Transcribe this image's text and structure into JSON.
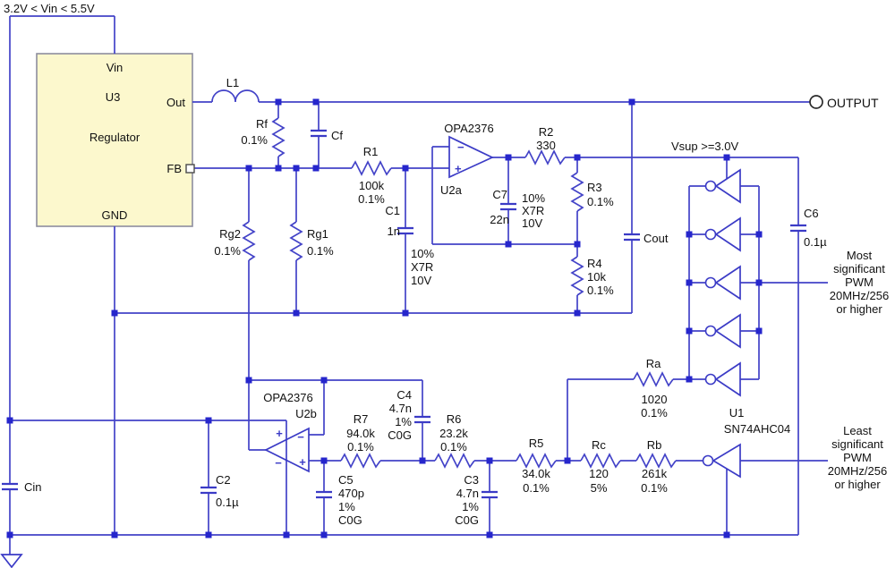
{
  "input_label": "3.2V < Vin < 5.5V",
  "output_label": "OUTPUT",
  "vsup_label": "Vsup >=3.0V",
  "regulator": {
    "ref": "U3",
    "name": "Regulator",
    "pin_vin": "Vin",
    "pin_out": "Out",
    "pin_fb": "FB",
    "pin_gnd": "GND"
  },
  "opamp_a": {
    "part": "OPA2376",
    "ref": "U2a",
    "minus": "−",
    "plus": "+"
  },
  "opamp_b": {
    "part": "OPA2376",
    "ref": "U2b",
    "minus": "−",
    "plus": "+",
    "vplus": "+",
    "vminus": "−"
  },
  "inverter": {
    "ref": "U1",
    "part": "SN74AHC04"
  },
  "msb": {
    "l1": "Most",
    "l2": "significant",
    "l3": "PWM",
    "l4": "20MHz/256",
    "l5": "or higher"
  },
  "lsb": {
    "l1": "Least",
    "l2": "significant",
    "l3": "PWM",
    "l4": "20MHz/256",
    "l5": "or higher"
  },
  "components": {
    "L1": {
      "ref": "L1"
    },
    "Rf": {
      "ref": "Rf",
      "tol": "0.1%"
    },
    "Cf": {
      "ref": "Cf"
    },
    "Rg2": {
      "ref": "Rg2",
      "tol": "0.1%"
    },
    "Rg1": {
      "ref": "Rg1",
      "tol": "0.1%"
    },
    "R1": {
      "ref": "R1",
      "value": "100k",
      "tol": "0.1%"
    },
    "C1": {
      "ref": "C1",
      "value": "1n",
      "tol": "10%",
      "type": "X7R",
      "rating": "10V"
    },
    "C7": {
      "ref": "C7",
      "value": "22n",
      "tol": "10%",
      "type": "X7R",
      "rating": "10V"
    },
    "R2": {
      "ref": "R2",
      "value": "330"
    },
    "R3": {
      "ref": "R3",
      "tol": "0.1%"
    },
    "R4": {
      "ref": "R4",
      "value": "10k",
      "tol": "0.1%"
    },
    "Cout": {
      "ref": "Cout"
    },
    "C6": {
      "ref": "C6",
      "value": "0.1µ"
    },
    "C2": {
      "ref": "C2",
      "value": "0.1µ"
    },
    "Cin": {
      "ref": "Cin"
    },
    "R7": {
      "ref": "R7",
      "value": "94.0k",
      "tol": "0.1%"
    },
    "R6": {
      "ref": "R6",
      "value": "23.2k",
      "tol": "0.1%"
    },
    "R5": {
      "ref": "R5",
      "value": "34.0k",
      "tol": "0.1%"
    },
    "C4": {
      "ref": "C4",
      "value": "4.7n",
      "tol": "1%",
      "type": "C0G"
    },
    "C5": {
      "ref": "C5",
      "value": "470p",
      "tol": "1%",
      "type": "C0G"
    },
    "C3": {
      "ref": "C3",
      "value": "4.7n",
      "tol": "1%",
      "type": "C0G"
    },
    "Ra": {
      "ref": "Ra",
      "value": "1020",
      "tol": "0.1%"
    },
    "Rc": {
      "ref": "Rc",
      "value": "120",
      "tol": "5%"
    },
    "Rb": {
      "ref": "Rb",
      "value": "261k",
      "tol": "0.1%"
    }
  }
}
